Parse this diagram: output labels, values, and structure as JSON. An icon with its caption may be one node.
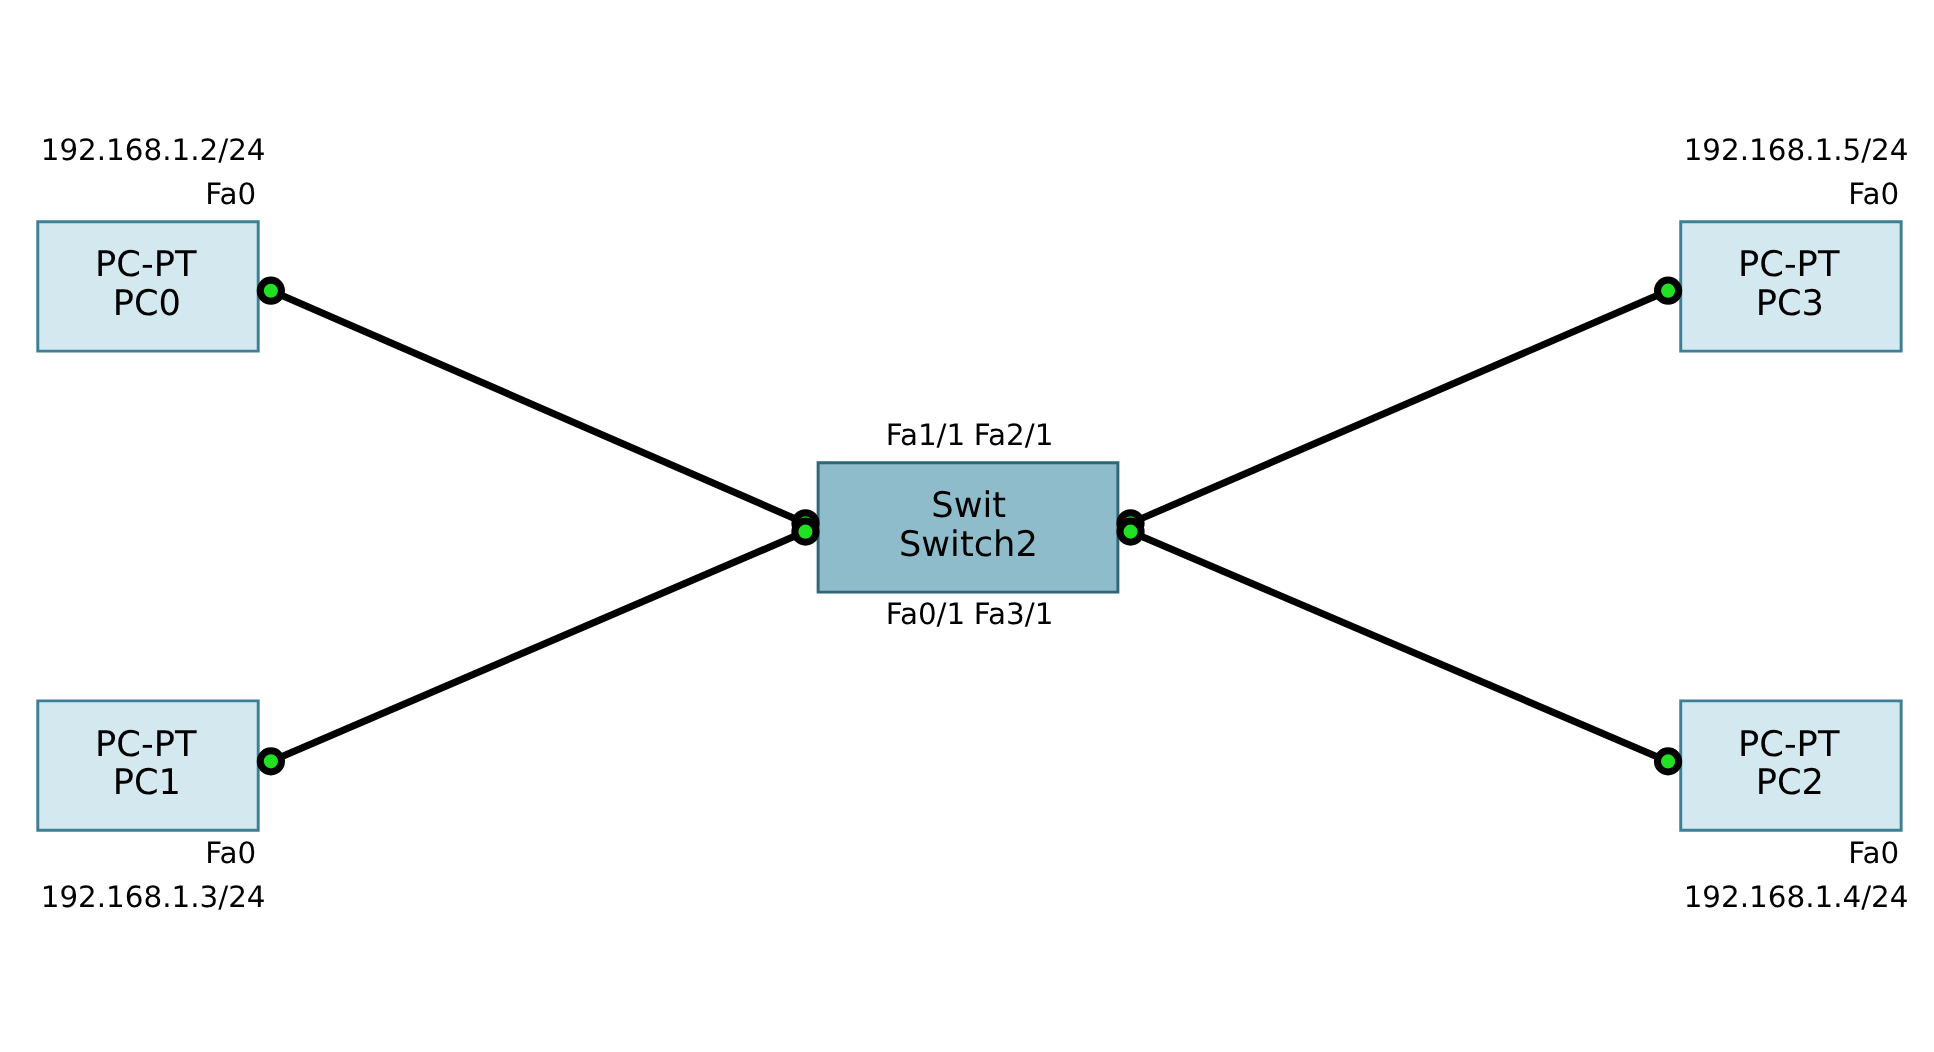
{
  "diagram": {
    "nodes": [
      {
        "text": [
          "PC-PT",
          "PC0"
        ],
        "beside": [
          "192.168.1.2/24",
          "Fa0"
        ]
      },
      {
        "text": [
          "PC-PT",
          "PC3"
        ],
        "beside": [
          "192.168.1.5/24",
          "Fa0"
        ]
      },
      {
        "text": [
          "Swit",
          "Switch2"
        ],
        "beside": [
          "Fa1/1",
          "Fa2/1",
          "Fa0/1",
          "Fa3/1"
        ]
      },
      {
        "text": [
          "PC-PT",
          "PC1"
        ],
        "beside": [
          "Fa0",
          "192.168.1.3/24"
        ]
      },
      {
        "text": [
          "PC-PT",
          "PC2"
        ],
        "beside": [
          "Fa0",
          "192.168.1.4/24"
        ]
      }
    ],
    "edges": [
      {
        "from": 0,
        "to": 2,
        "arrow": "other"
      },
      {
        "from": 1,
        "to": 2,
        "arrow": "other"
      },
      {
        "from": 3,
        "to": 2,
        "arrow": "other"
      },
      {
        "from": 4,
        "to": 2,
        "arrow": "other"
      }
    ]
  }
}
